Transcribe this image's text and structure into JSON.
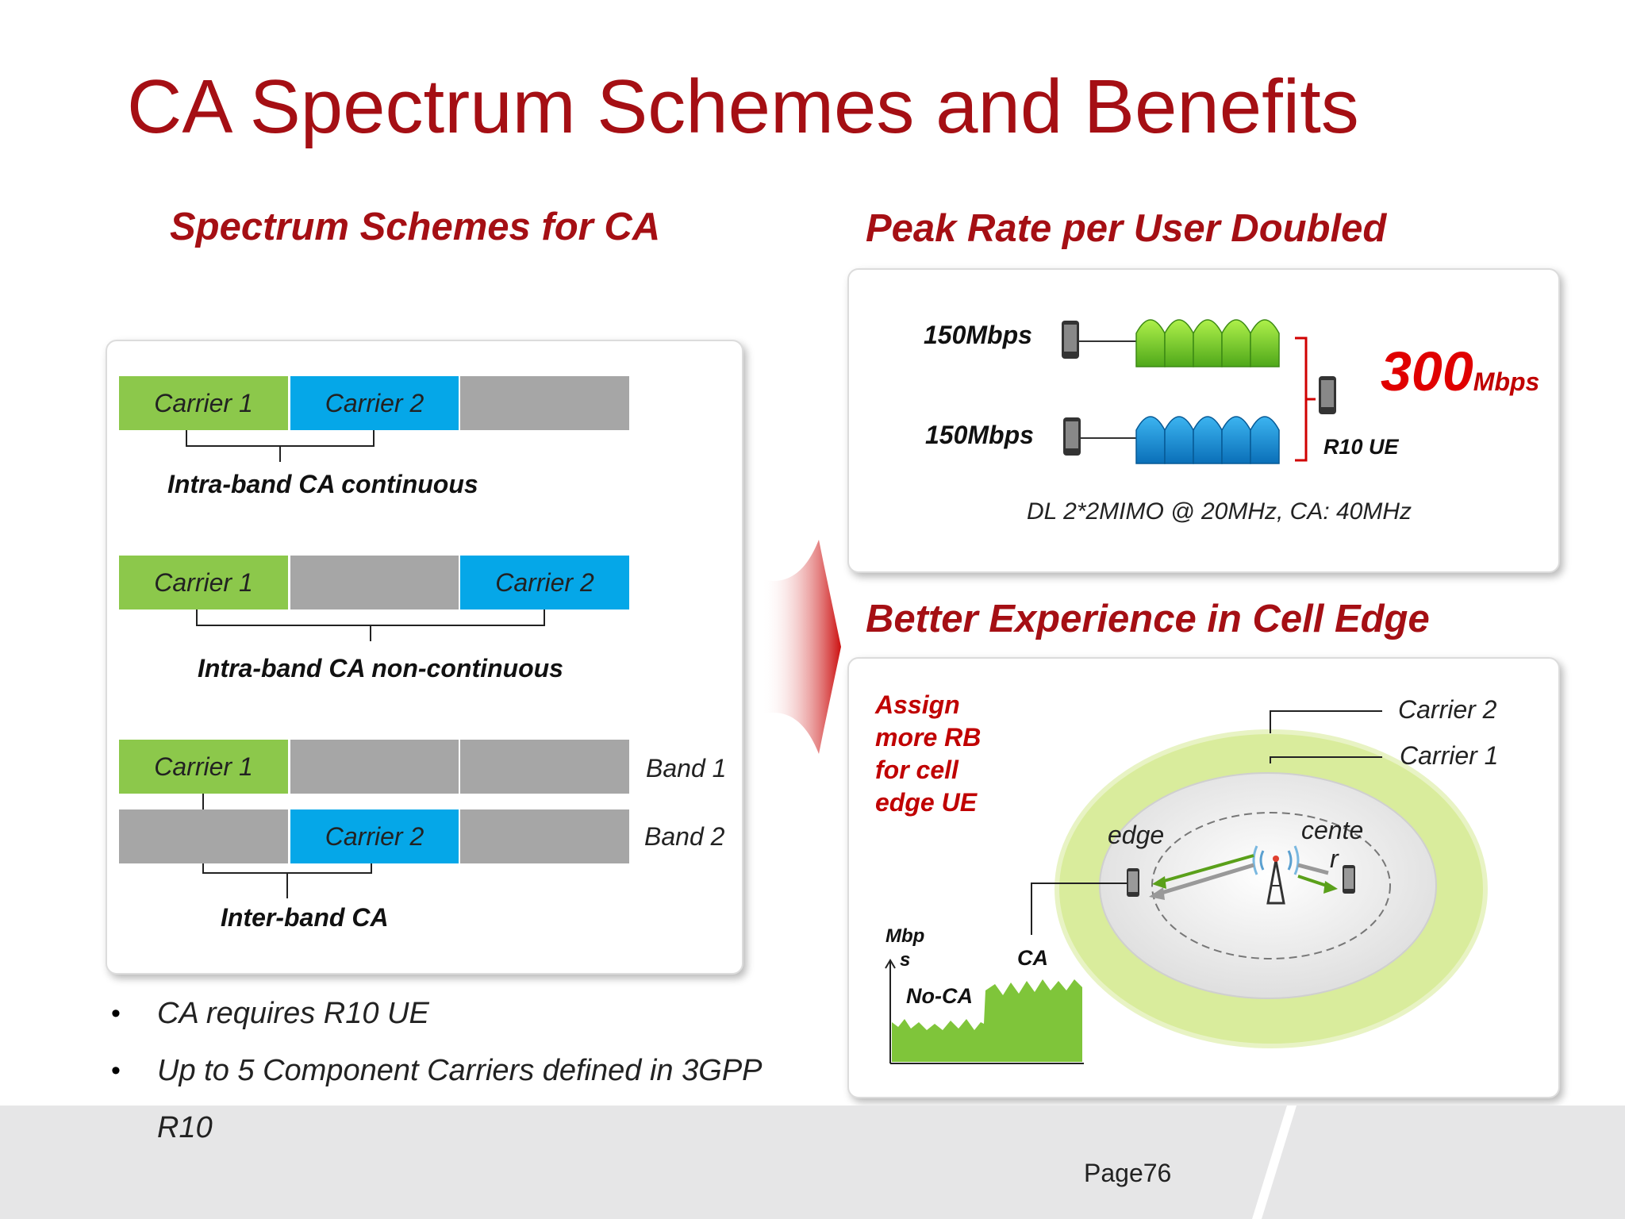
{
  "slide": {
    "title": "CA Spectrum Schemes and Benefits",
    "page": "Page76"
  },
  "left": {
    "heading": "Spectrum Schemes for CA",
    "carrier1": "Carrier 1",
    "carrier2": "Carrier 2",
    "scheme1": "Intra-band CA continuous",
    "scheme2": "Intra-band CA non-continuous",
    "scheme3": "Inter-band CA",
    "band1": "Band 1",
    "band2": "Band 2",
    "bullets": [
      "CA requires R10 UE",
      "Up to 5 Component Carriers defined in 3GPP",
      "R10"
    ]
  },
  "peak": {
    "heading": "Peak Rate per User Doubled",
    "rate1": "150Mbps",
    "rate2": "150Mbps",
    "total_number": "300",
    "total_unit": "Mbps",
    "ue_label": "R10 UE",
    "caption": "DL 2*2MIMO @ 20MHz, CA: 40MHz"
  },
  "edge": {
    "heading": "Better Experience in Cell Edge",
    "assign": [
      "Assign",
      "more RB",
      "for cell",
      "edge UE"
    ],
    "carrier2": "Carrier 2",
    "carrier1": "Carrier 1",
    "edge_label": "edge",
    "center_label_1": "cente",
    "center_label_2": "r",
    "axis_label_1": "Mbp",
    "axis_label_2": "s",
    "no_ca": "No-CA",
    "ca": "CA"
  },
  "colors": {
    "title_red": "#a50f14",
    "carrier_green": "#8cc84b",
    "carrier_blue": "#05a7e8",
    "unused_gray": "#a6a6a6",
    "accent_red": "#e00000"
  }
}
